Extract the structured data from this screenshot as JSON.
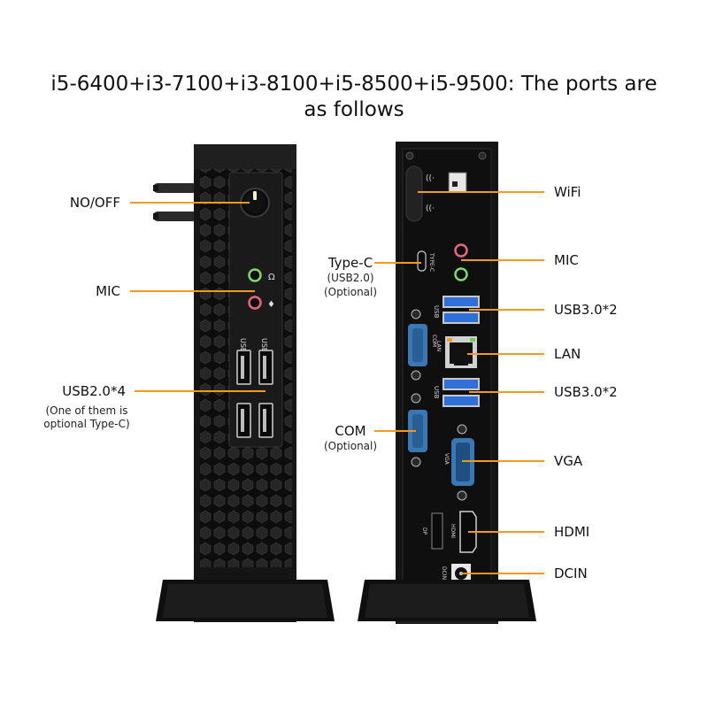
{
  "title": {
    "line1": "i5-6400+i3-7100+i3-8100+i5-8500+i5-9500: The ports are",
    "line2": "as follows"
  },
  "left_labels": {
    "power": "NO/OFF",
    "mic": "MIC",
    "usb": "USB2.0*4",
    "usb_note_1": "(One of them is",
    "usb_note_2": "optional Type-C)"
  },
  "right_labels": {
    "wifi": "WiFi",
    "mic": "MIC",
    "usb3_top": "USB3.0*2",
    "lan": "LAN",
    "usb3_bottom": "USB3.0*2",
    "vga": "VGA",
    "hdmi": "HDMI",
    "dcin": "DCIN",
    "typec": "Type-C",
    "typec_note_1": "(USB2.0)",
    "typec_note_2": "(Optional)",
    "com": "COM",
    "com_note": "(Optional)"
  },
  "port_silkscreen": {
    "usb": "USB",
    "typec": "TYPE-C",
    "com": "COM",
    "lan": "LAN",
    "vga": "VGA",
    "dp": "DP",
    "hdmi": "HDMI",
    "dcin": "DCIN"
  },
  "colors": {
    "accent_line": "#f39a1e",
    "usb3_blue": "#2f6fd8",
    "com_blue": "#3a78b5",
    "mic_pink": "#e9667a",
    "audio_green": "#7fd86a",
    "chassis": "#161616"
  }
}
